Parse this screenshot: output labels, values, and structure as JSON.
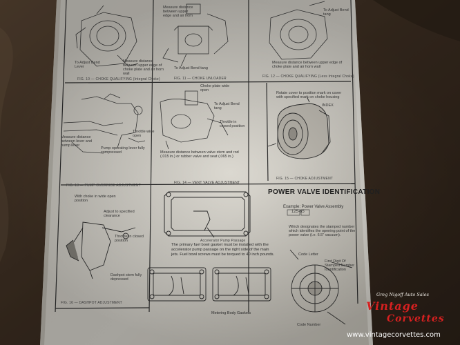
{
  "panels": {
    "fig10": {
      "caption": "FIG. 10 — CHOKE QUALIFYING (Integral Choke)",
      "step4": "To Adjust Bend Lever",
      "step3": "Measure distance between upper edge of choke plate and air horn wall"
    },
    "fig11": {
      "caption": "FIG. 11 — CHOKE UNLOADER",
      "step4": "To Adjust Bend tang",
      "step3": "Measure distance between upper edge and air horn"
    },
    "fig12": {
      "caption": "FIG. 12 — CHOKE QUALIFYING (Less Integral Choke)",
      "step4": "To Adjust Bend tang",
      "step3": "Measure distance between upper edge of choke plate and air horn wall"
    },
    "fig13": {
      "caption": "FIG. 13 — PUMP OVERRIDE ADJUSTMENT",
      "step1": "Throttle wide open",
      "step2": "Pump operating lever fully compressed",
      "step3": "Measure distance between lever and pump lever"
    },
    "fig14": {
      "caption": "FIG. 14 — VENT VALVE ADJUSTMENT",
      "step1": "Choke plate wide open",
      "step4": "To Adjust Bend tang",
      "step2": "Throttle in closed position",
      "step3": "Measure distance between valve stem and rod (.015 in.) or rubber valve and seat (.065 in.)"
    },
    "fig15": {
      "caption": "FIG. 15 — CHOKE ADJUSTMENT",
      "note": "Rotate cover to position mark on cover with specified mark on choke housing",
      "index": "INDEX"
    },
    "fig16": {
      "caption": "FIG. 16 — DASHPOT ADJUSTMENT",
      "step1": "With choke in wide open position",
      "step4": "Adjust to specified clearance",
      "step2": "Throttle in closed position",
      "step3": "Dashpot stem fully depressed"
    }
  },
  "power_valve": {
    "title": "POWER VALVE IDENTIFICATION",
    "example_label": "Example: Power Valve Assembly",
    "part_number": "125-65",
    "note": "Which designates the stamped number which identifies the opening point of the power valve (i.e. 6.5\" vacuum).",
    "labels": [
      "Code Letter",
      "First Digit Of Stamped Number Identification",
      "Code Number"
    ]
  },
  "gasket": {
    "passage_label": "Accelerator Pump Passage",
    "note": "The primary fuel bowl gasket must be installed with the accelerator pump passage on the right side of the main jets. Fuel bowl screws must be torqued to 40 inch pounds.",
    "metering_caption": "Metering Body Gaskets"
  },
  "watermark": {
    "line1": "Greg Nigoff Auto Sales",
    "line2": "Vintage",
    "line3": "Corvettes",
    "url": "www.vintagecorvettes.com"
  },
  "colors": {
    "paper": "#dcd8cf",
    "ink": "#2a2a2a",
    "brand_red": "#d62020"
  }
}
